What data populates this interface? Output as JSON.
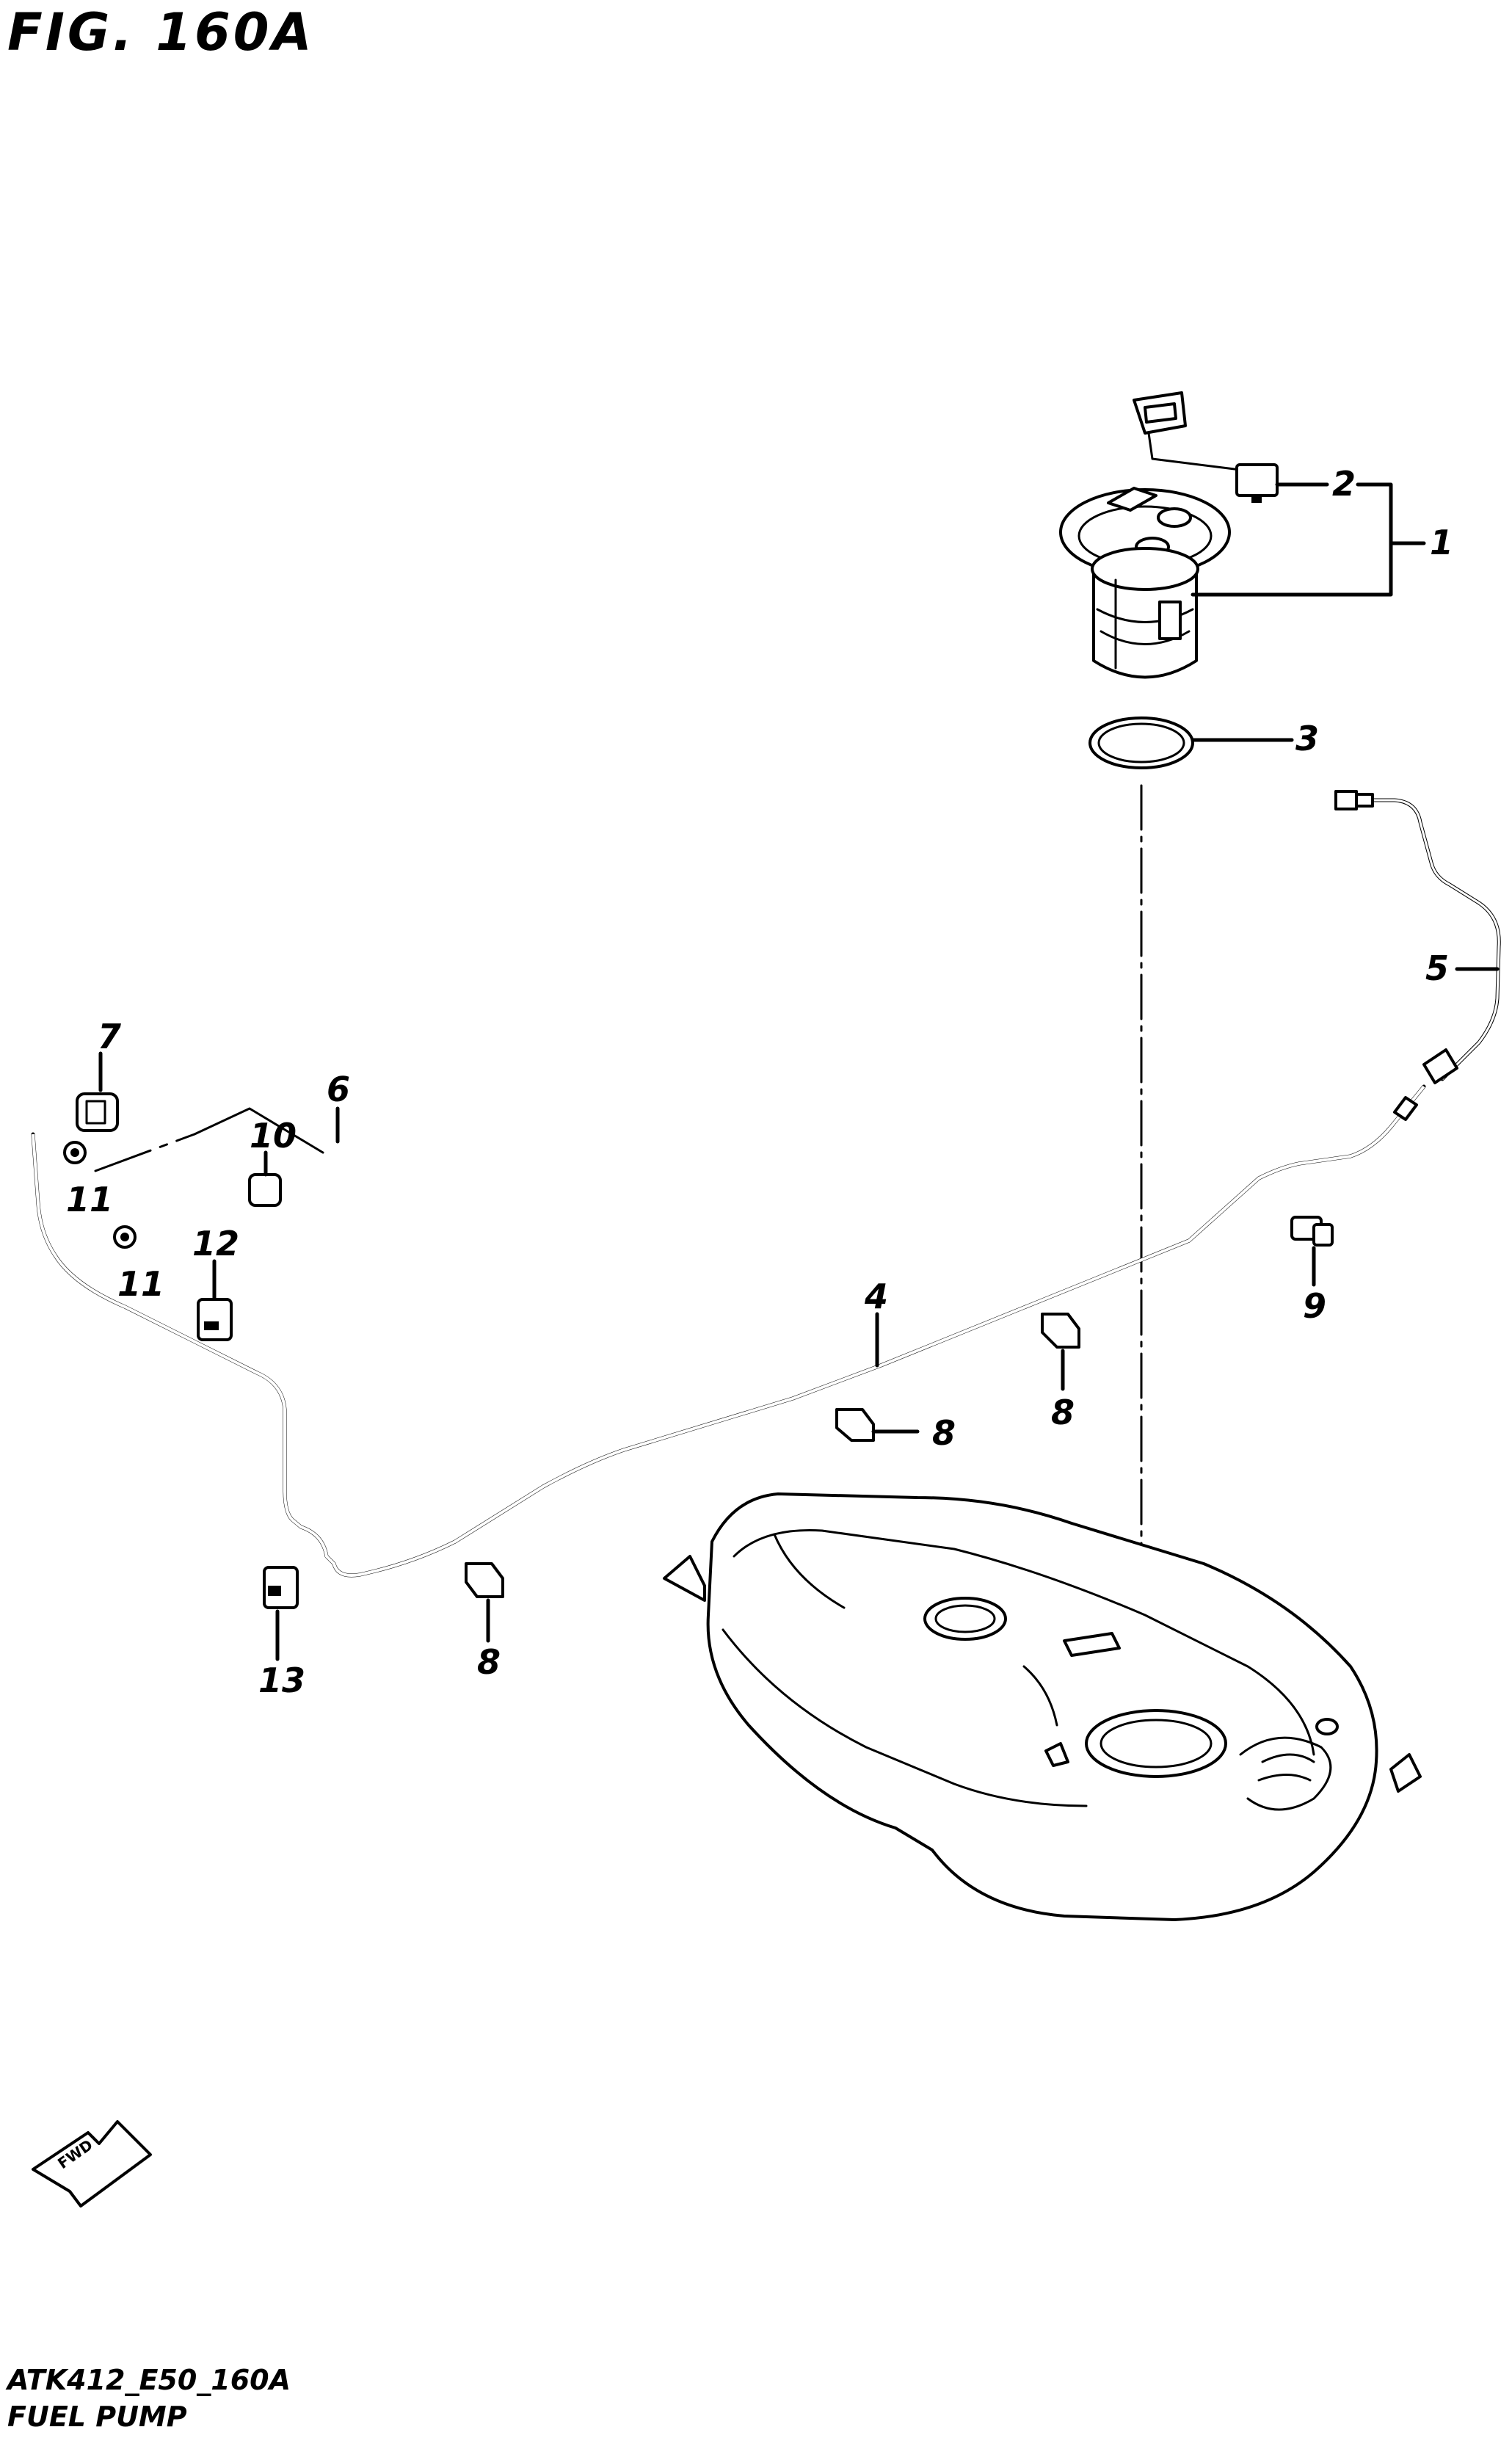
{
  "figure": {
    "title": "FIG. 160A",
    "code": "ATK412_E50_160A",
    "name": "FUEL PUMP",
    "direction_label": "FWD"
  },
  "callouts": [
    "1",
    "2",
    "3",
    "4",
    "5",
    "6",
    "7",
    "8",
    "8",
    "8",
    "9",
    "10",
    "11",
    "11",
    "12",
    "13"
  ],
  "icons": {
    "direction_arrow": "fwd-arrow-icon"
  }
}
